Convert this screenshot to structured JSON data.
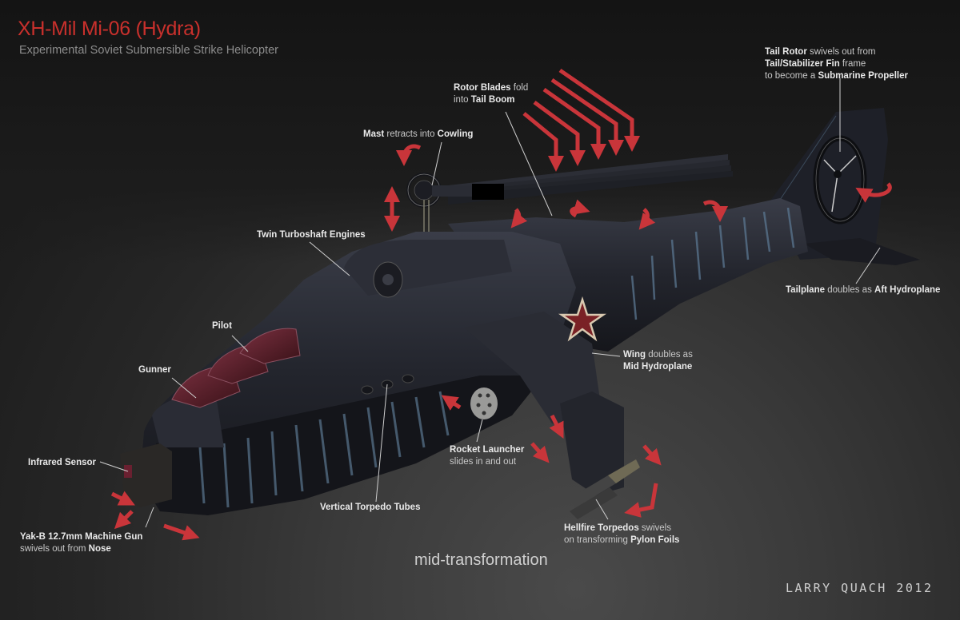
{
  "header": {
    "title": "XH-Mil Mi-06 (Hydra)",
    "subtitle": "Experimental Soviet Submersible Strike Helicopter"
  },
  "callouts": {
    "tail_rotor": {
      "b1": "Tail Rotor",
      "t1": " swivels out from",
      "b2": "Tail/Stabilizer Fin",
      "t2": " frame",
      "t3": "to become a ",
      "b3": "Submarine Propeller"
    },
    "rotor_blades": {
      "b1": "Rotor Blades",
      "t1": " fold",
      "t2": "into ",
      "b2": "Tail Boom"
    },
    "mast": {
      "b1": "Mast",
      "t1": " retracts into ",
      "b2": "Cowling"
    },
    "engines": {
      "b1": "Twin Turboshaft Engines"
    },
    "tailplane": {
      "b1": "Tailplane",
      "t1": " doubles as ",
      "b2": "Aft Hydroplane"
    },
    "pilot": {
      "b1": "Pilot"
    },
    "gunner": {
      "b1": "Gunner"
    },
    "wing": {
      "b1": "Wing",
      "t1": " doubles as",
      "b2": "Mid Hydroplane"
    },
    "rocket_launcher": {
      "b1": "Rocket Launcher",
      "t1": "slides in and out"
    },
    "infrared_sensor": {
      "b1": "Infrared Sensor"
    },
    "torpedo_tubes": {
      "b1": "Vertical Torpedo Tubes"
    },
    "machine_gun": {
      "b1": "Yak-B 12.7mm Machine Gun",
      "t1": "swivels out from ",
      "b2": "Nose"
    },
    "hellfire": {
      "b1": "Hellfire Torpedos",
      "t1": " swivels",
      "t2": "on transforming ",
      "b2": "Pylon Foils"
    }
  },
  "caption": "mid-transformation",
  "signature": "LARRY QUACH 2012",
  "colors": {
    "accent": "#c9302c",
    "arrow": "#c9353a",
    "text": "#c8c8c8",
    "hull": "#23252d",
    "stripes": "#5a7690",
    "star": "#7a2226"
  }
}
